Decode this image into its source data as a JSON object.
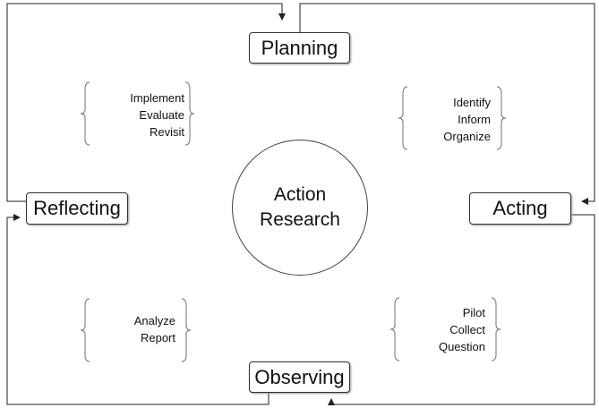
{
  "center": {
    "line1": "Action",
    "line2": "Research"
  },
  "stages": {
    "planning": "Planning",
    "acting": "Acting",
    "observing": "Observing",
    "reflecting": "Reflecting"
  },
  "groups": {
    "after_reflecting": [
      "Implement",
      "Evaluate",
      "Revisit"
    ],
    "after_planning": [
      "Identify",
      "Inform",
      "Organize"
    ],
    "after_acting": [
      "Pilot",
      "Collect",
      "Question"
    ],
    "after_observing": [
      "Analyze",
      "Report"
    ]
  }
}
